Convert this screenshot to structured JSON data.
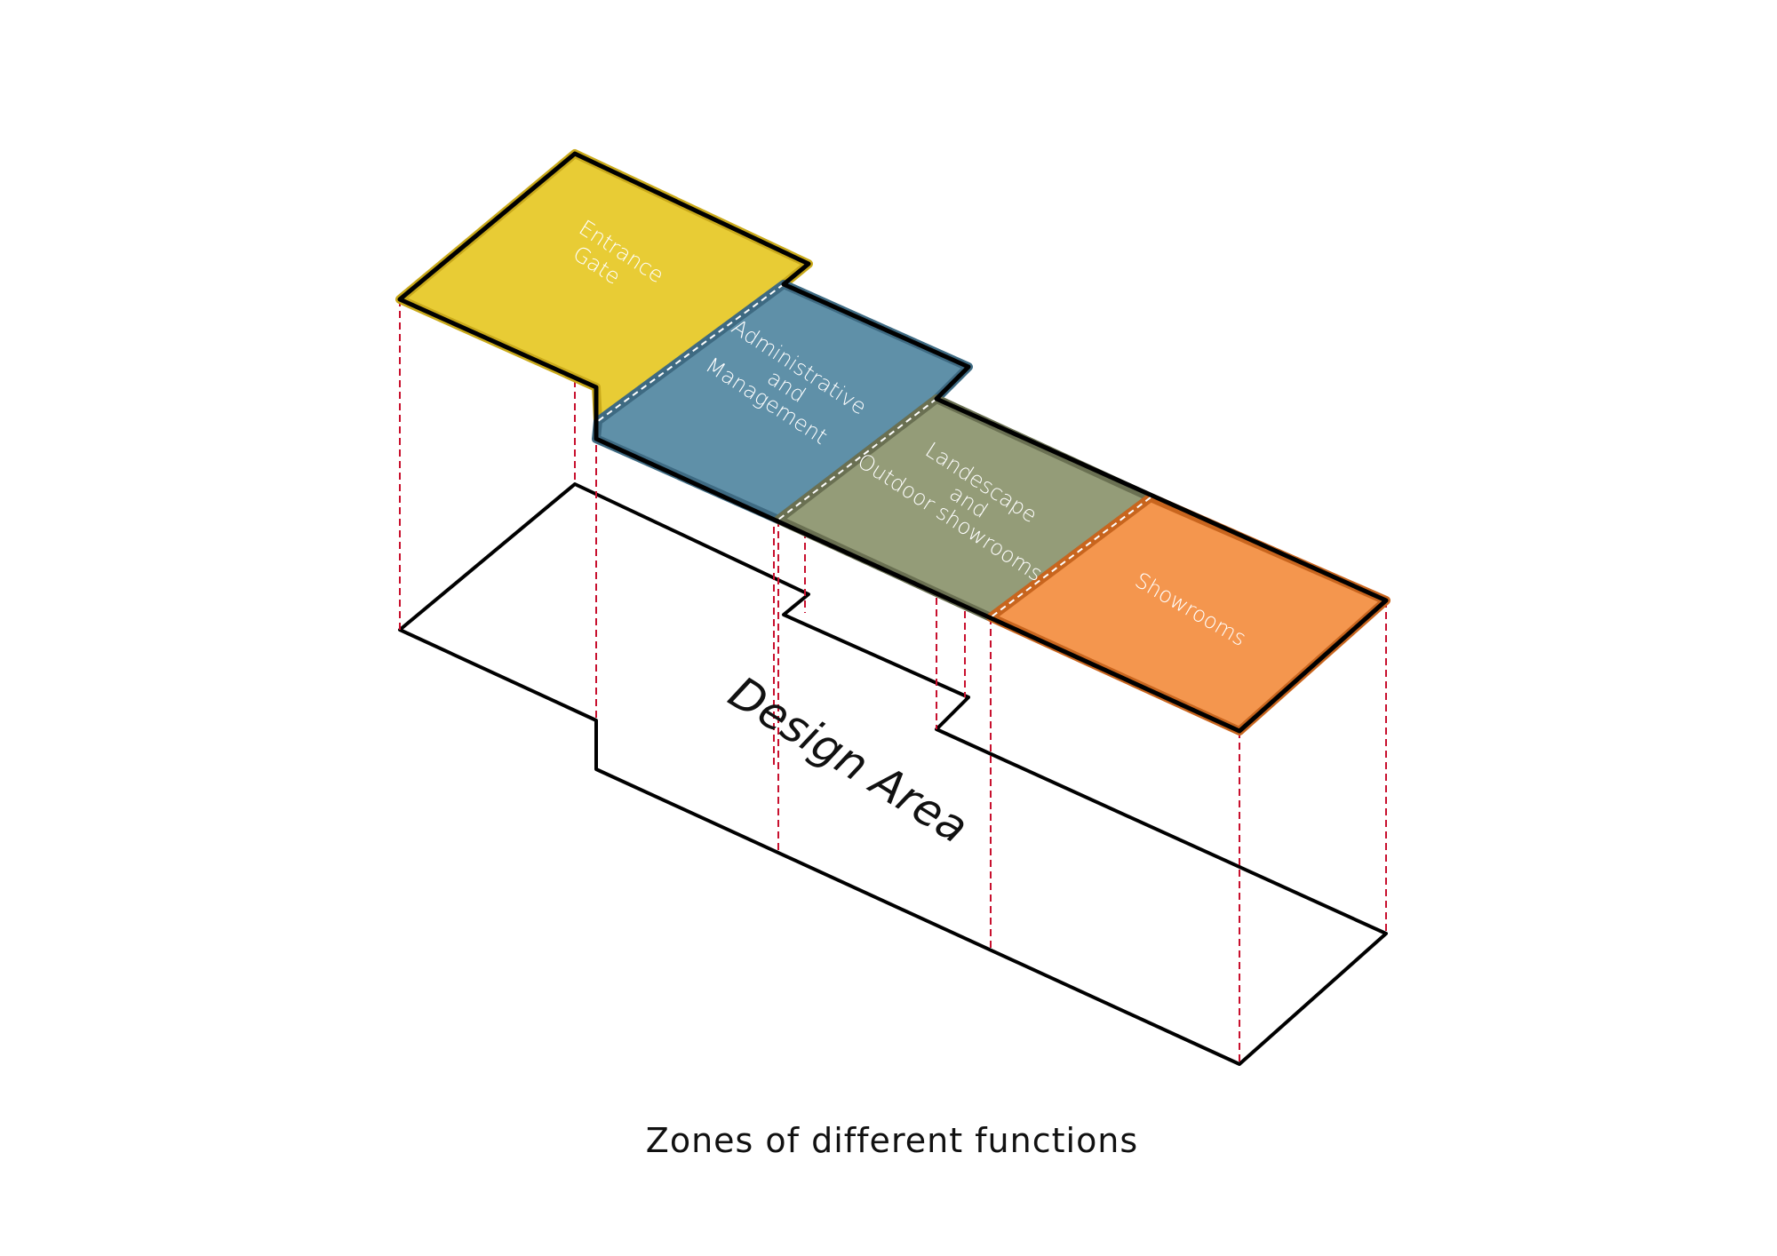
{
  "caption": "Zones of different functions",
  "base_label": "Design Area",
  "zones": [
    {
      "name": "entrance",
      "lines": [
        "Entrance",
        "Gate"
      ],
      "color": "#E8CC35",
      "edge": "#C9A91A"
    },
    {
      "name": "admin",
      "lines": [
        "Administrative",
        "and",
        "Management"
      ],
      "color": "#5F90A8",
      "edge": "#3E6A82"
    },
    {
      "name": "landscape",
      "lines": [
        "Landescape",
        "and",
        "Outdoor showrooms"
      ],
      "color": "#949C78",
      "edge": "#6A7052"
    },
    {
      "name": "showrooms",
      "lines": [
        "Showrooms"
      ],
      "color": "#F4964E",
      "edge": "#C8651E"
    }
  ],
  "colors": {
    "outline": "#000000",
    "projection": "#C8102E",
    "divider": "#FFFFFF"
  }
}
